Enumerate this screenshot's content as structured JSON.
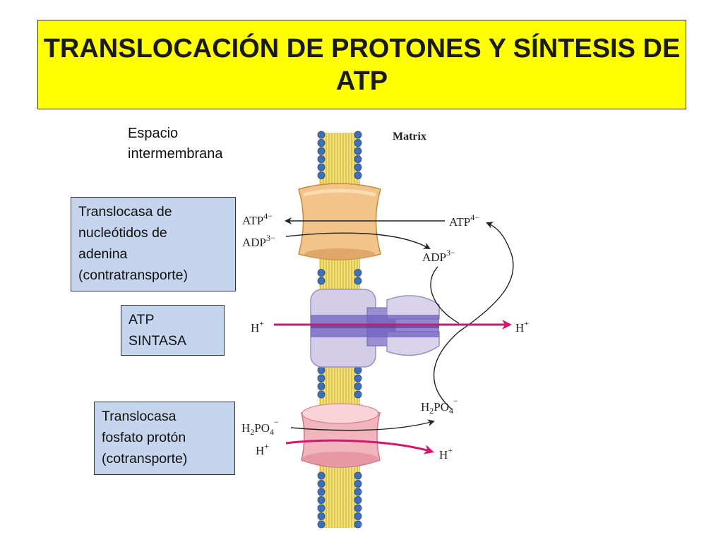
{
  "title": "TRANSLOCACIÓN DE PROTONES Y SÍNTESIS DE ATP",
  "labels": {
    "intermembrane": "Espacio\nintermembrana",
    "matrix": "Matrix"
  },
  "callouts": {
    "adenine_translocase": "Translocasa de\nnucleótidos de\nadenina\n(contratransporte)",
    "atp_synthase": "ATP\nSINTASA",
    "phosphate_translocase": "Translocasa\nfosfato protón\n(cotransporte)"
  },
  "chemicals": {
    "atp_left": {
      "base": "ATP",
      "sup": "4−"
    },
    "adp_left": {
      "base": "ADP",
      "sup": "3−"
    },
    "atp_right": {
      "base": "ATP",
      "sup": "4−"
    },
    "adp_right": {
      "base": "ADP",
      "sup": "3−"
    },
    "h_synthase_left": {
      "base": "H",
      "sup": "+"
    },
    "h_synthase_right": {
      "base": "H",
      "sup": "+"
    },
    "h2po4_right": {
      "base": "H",
      "sub1": "2",
      "mid": "PO",
      "sub2": "4",
      "sup": "−"
    },
    "h2po4_left": {
      "base": "H",
      "sub1": "2",
      "mid": "PO",
      "sub2": "4",
      "sup": "−"
    },
    "h_phosphate_left": {
      "base": "H",
      "sup": "+"
    },
    "h_phosphate_right": {
      "base": "H",
      "sup": "+"
    }
  },
  "colors": {
    "title_bg": "#ffff00",
    "callout_bg": "#c6d5ee",
    "head_group": "#3f6fb8",
    "lipid_tail": "#e8d34a",
    "adenine_translocase": "#f2c48a",
    "atp_synthase": "#c9c2e0",
    "phosphate_translocase": "#f2b4bd",
    "proton_arrow": "#d1196b"
  }
}
